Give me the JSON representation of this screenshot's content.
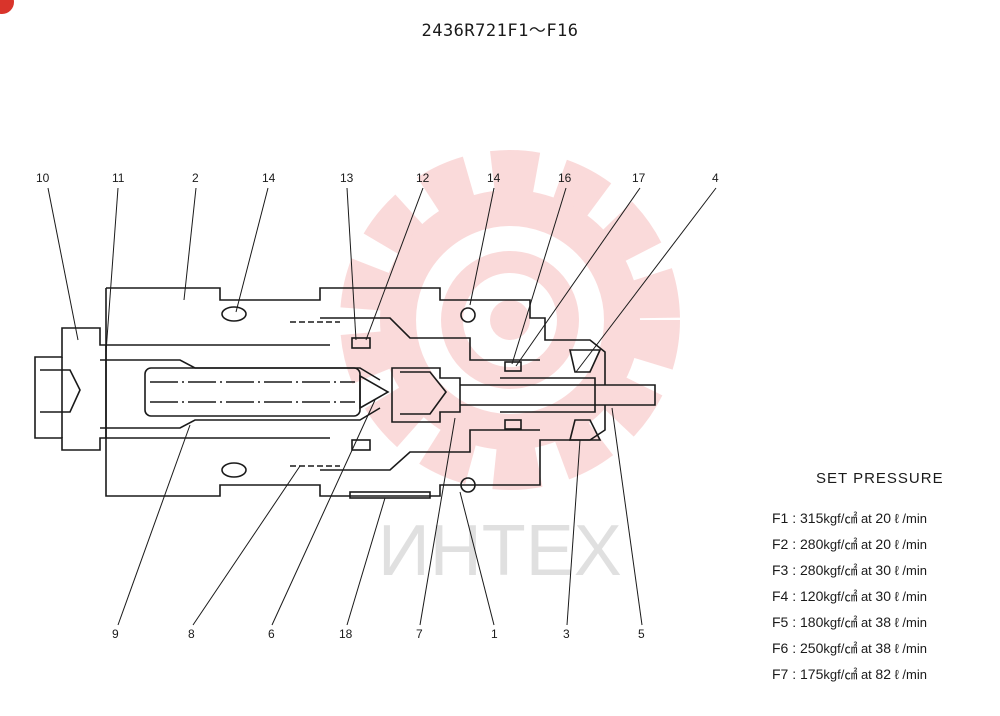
{
  "title": "2436R721F1～F16",
  "watermark": {
    "text": "ИНТЕХ",
    "color": "#f07c7c"
  },
  "callouts": {
    "top": [
      "10",
      "11",
      "2",
      "14",
      "13",
      "12",
      "14",
      "16",
      "17",
      "4"
    ],
    "bottom": [
      "9",
      "8",
      "6",
      "18",
      "7",
      "1",
      "3",
      "5"
    ]
  },
  "set_pressure": {
    "heading": "SET PRESSURE",
    "rows": [
      {
        "id": "F1",
        "pressure": "315",
        "flow": "20"
      },
      {
        "id": "F2",
        "pressure": "280",
        "flow": "20"
      },
      {
        "id": "F3",
        "pressure": "280",
        "flow": "30"
      },
      {
        "id": "F4",
        "pressure": "120",
        "flow": "30"
      },
      {
        "id": "F5",
        "pressure": "180",
        "flow": "38"
      },
      {
        "id": "F6",
        "pressure": "250",
        "flow": "38"
      },
      {
        "id": "F7",
        "pressure": "175",
        "flow": "82"
      }
    ],
    "sep": " : ",
    "pressure_unit": "kgf/㎠",
    "at": " at ",
    "flow_unit": " ℓ /min"
  }
}
